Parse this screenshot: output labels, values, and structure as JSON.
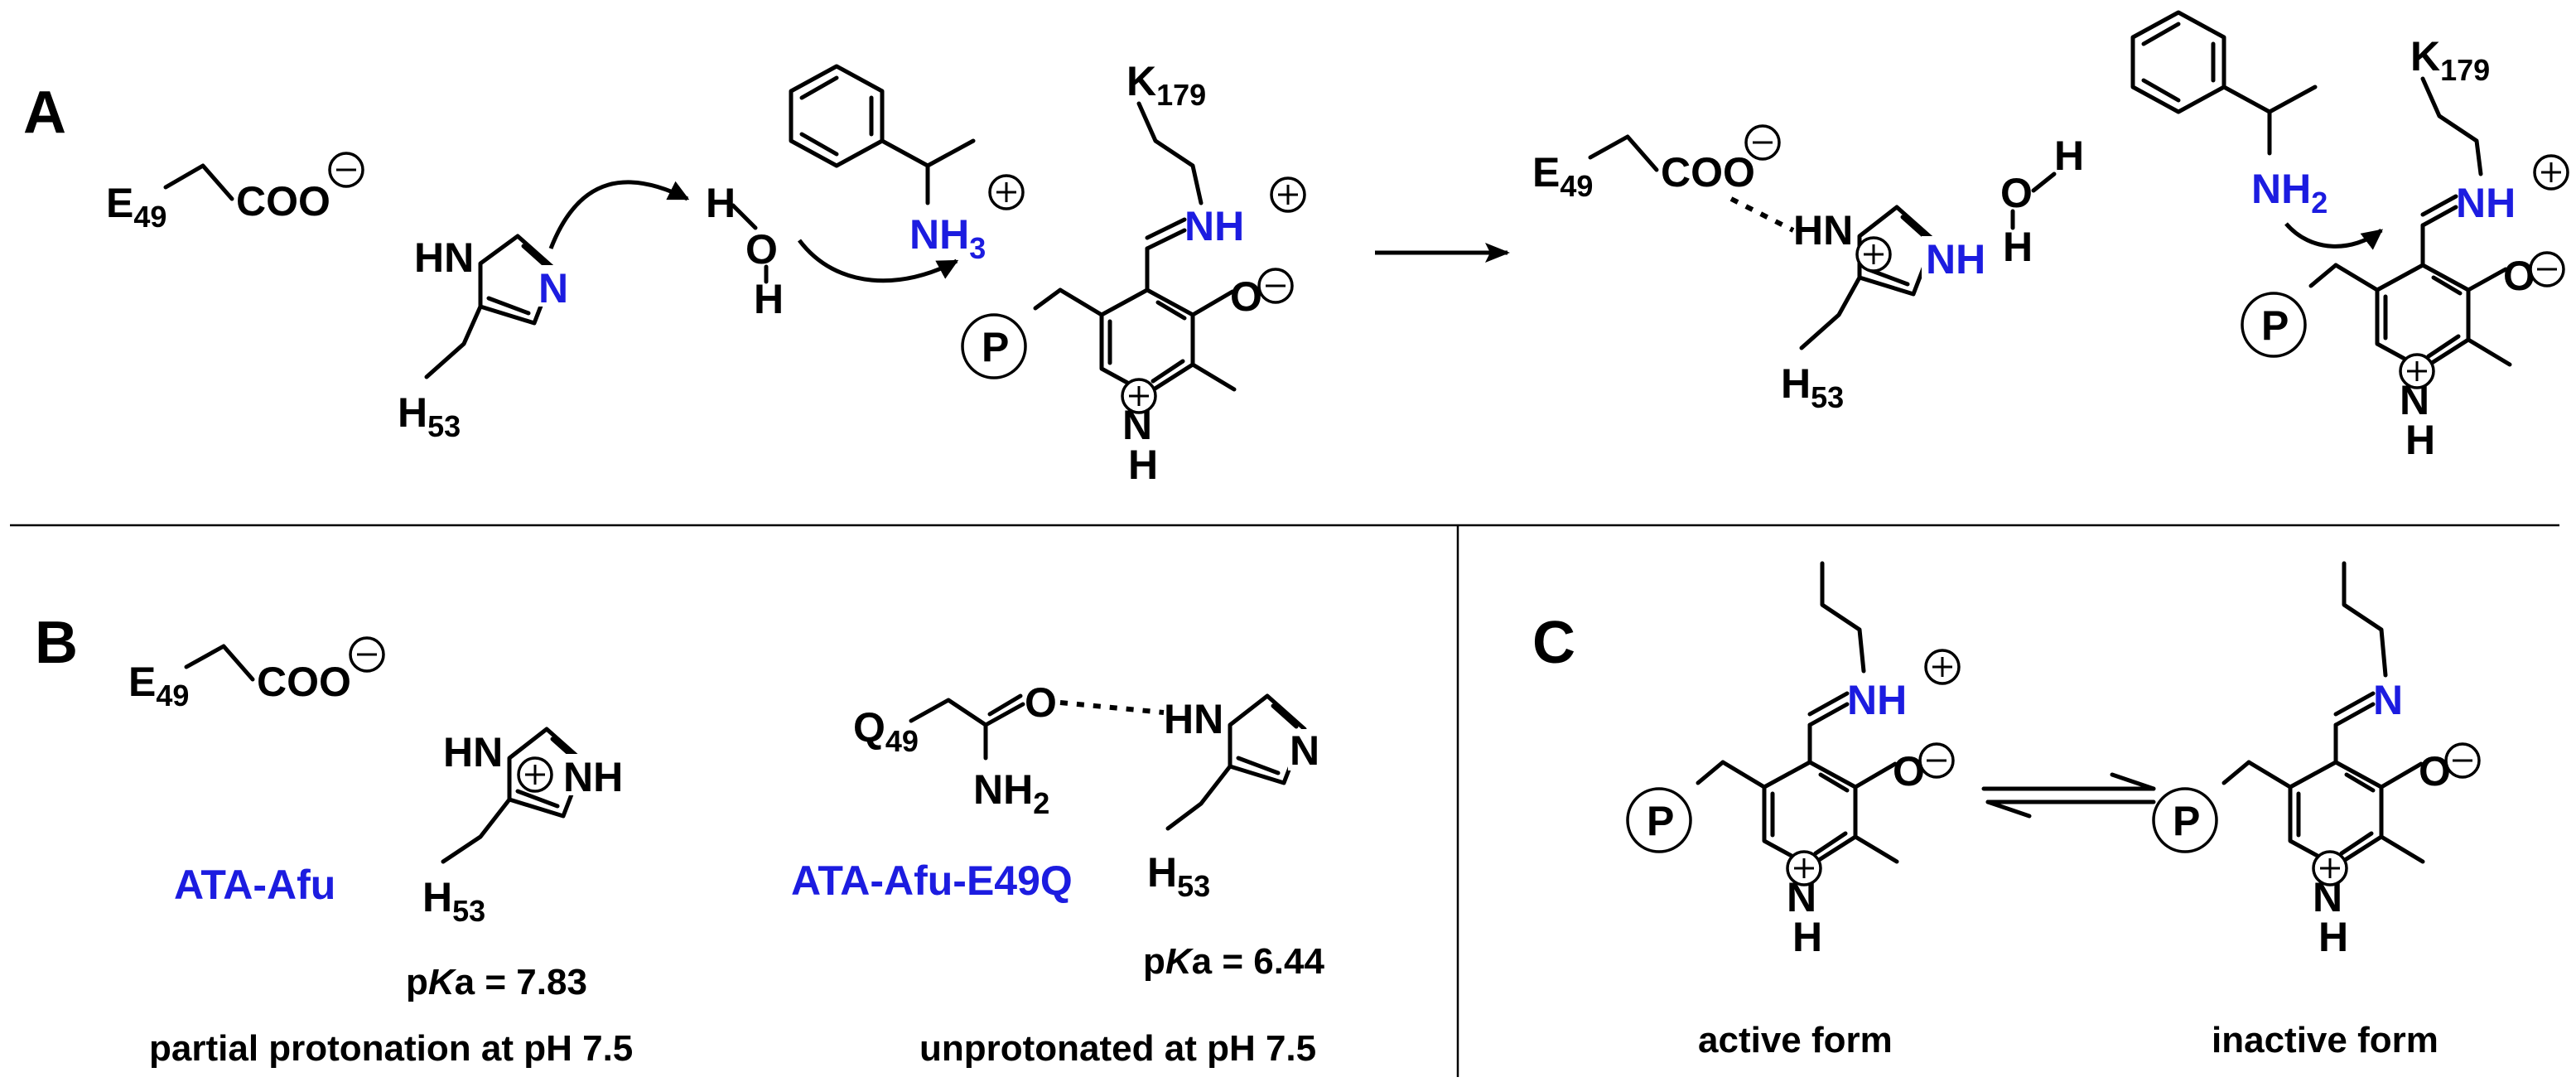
{
  "colors": {
    "nitrogen_highlight": "#1c1ce0",
    "text": "#000000",
    "background": "#ffffff"
  },
  "panel_a": {
    "label": "A",
    "glu": "E",
    "glu_num": "49",
    "carboxylate": "COO",
    "his_hn": "HN",
    "his_n": "N",
    "his": "H",
    "his_num": "53",
    "water_h1": "H",
    "water_o": "O",
    "water_h2": "H",
    "amine": "NH",
    "amine_sub": "3",
    "lys": "K",
    "lys_num": "179",
    "imine": "NH",
    "ring_n": "N",
    "ring_h": "H",
    "phenoxide": "O",
    "phosphate": "P"
  },
  "panel_a_product": {
    "glu": "E",
    "glu_num": "49",
    "carboxylate": "COO",
    "his_hn": "HN",
    "his_nh": "NH",
    "his": "H",
    "his_num": "53",
    "water_o": "O",
    "water_h1": "H",
    "water_h2": "H",
    "amine": "NH",
    "amine_sub": "2",
    "lys": "K",
    "lys_num": "179",
    "imine": "NH",
    "ring_n": "N",
    "ring_h": "H",
    "phenoxide": "O",
    "phosphate": "P"
  },
  "panel_b": {
    "label": "B",
    "glu": "E",
    "glu_num": "49",
    "carboxylate": "COO",
    "his_hn": "HN",
    "his_nh": "NH",
    "enzyme_wt": "ATA-Afu",
    "his": "H",
    "his_num": "53",
    "pka_wt_prefix": "p",
    "pka_wt_k": "K",
    "pka_wt_rest": "a = 7.83",
    "caption_wt": "partial protonation at pH 7.5",
    "gln": "Q",
    "gln_num": "49",
    "gln_o": "O",
    "gln_nh2": "NH",
    "gln_nh2_sub": "2",
    "mut_his_hn": "HN",
    "mut_his_n": "N",
    "enzyme_mut": "ATA-Afu-E49Q",
    "mut_his": "H",
    "mut_his_num": "53",
    "pka_mut_prefix": "p",
    "pka_mut_k": "K",
    "pka_mut_rest": "a = 6.44",
    "caption_mut": "unprotonated  at pH 7.5"
  },
  "panel_c": {
    "label": "C",
    "active_imine": "NH",
    "active_ring_n": "N",
    "active_ring_h": "H",
    "active_phenoxide": "O",
    "active_phosphate": "P",
    "active_caption": "active form",
    "inactive_imine": "N",
    "inactive_ring_n": "N",
    "inactive_ring_h": "H",
    "inactive_phenoxide": "O",
    "inactive_phosphate": "P",
    "inactive_caption": "inactive form"
  }
}
